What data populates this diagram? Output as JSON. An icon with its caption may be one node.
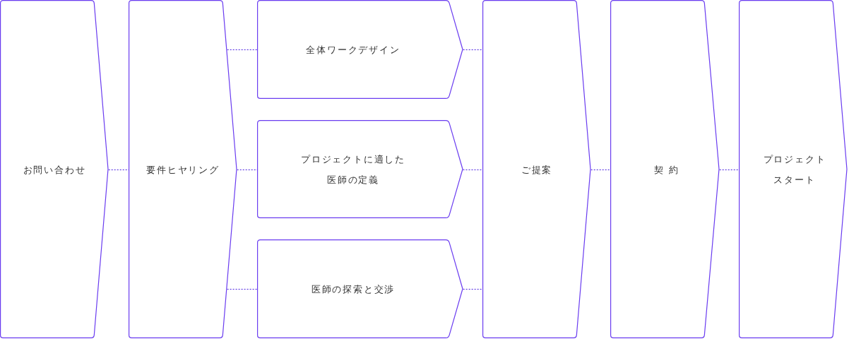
{
  "diagram": {
    "nodes": [
      {
        "text": [
          "お問い合わせ"
        ]
      },
      {
        "text": [
          "要件ヒヤリング"
        ]
      },
      {
        "text": [
          "全体ワークデザイン"
        ]
      },
      {
        "text": [
          "プロジェクトに適した医師の定義"
        ]
      },
      {
        "text": [
          "医師の探索と交渉"
        ]
      },
      {
        "text": [
          "ご提案"
        ]
      },
      {
        "text": [
          "契 約"
        ]
      },
      {
        "text": [
          "プロジェクトスタート"
        ]
      }
    ],
    "edges": [
      {
        "from": 0,
        "to": 1,
        "arrow": "none",
        "style": "dashed"
      },
      {
        "from": 1,
        "to": 2,
        "arrow": "none",
        "style": "dashed"
      },
      {
        "from": 1,
        "to": 3,
        "arrow": "none",
        "style": "dashed"
      },
      {
        "from": 1,
        "to": 4,
        "arrow": "none",
        "style": "dashed"
      },
      {
        "from": 2,
        "to": 5,
        "arrow": "none",
        "style": "dashed"
      },
      {
        "from": 3,
        "to": 5,
        "arrow": "none",
        "style": "dashed"
      },
      {
        "from": 4,
        "to": 5,
        "arrow": "none",
        "style": "dashed"
      },
      {
        "from": 5,
        "to": 6,
        "arrow": "none",
        "style": "dashed"
      },
      {
        "from": 6,
        "to": 7,
        "arrow": "none",
        "style": "dashed"
      }
    ]
  }
}
